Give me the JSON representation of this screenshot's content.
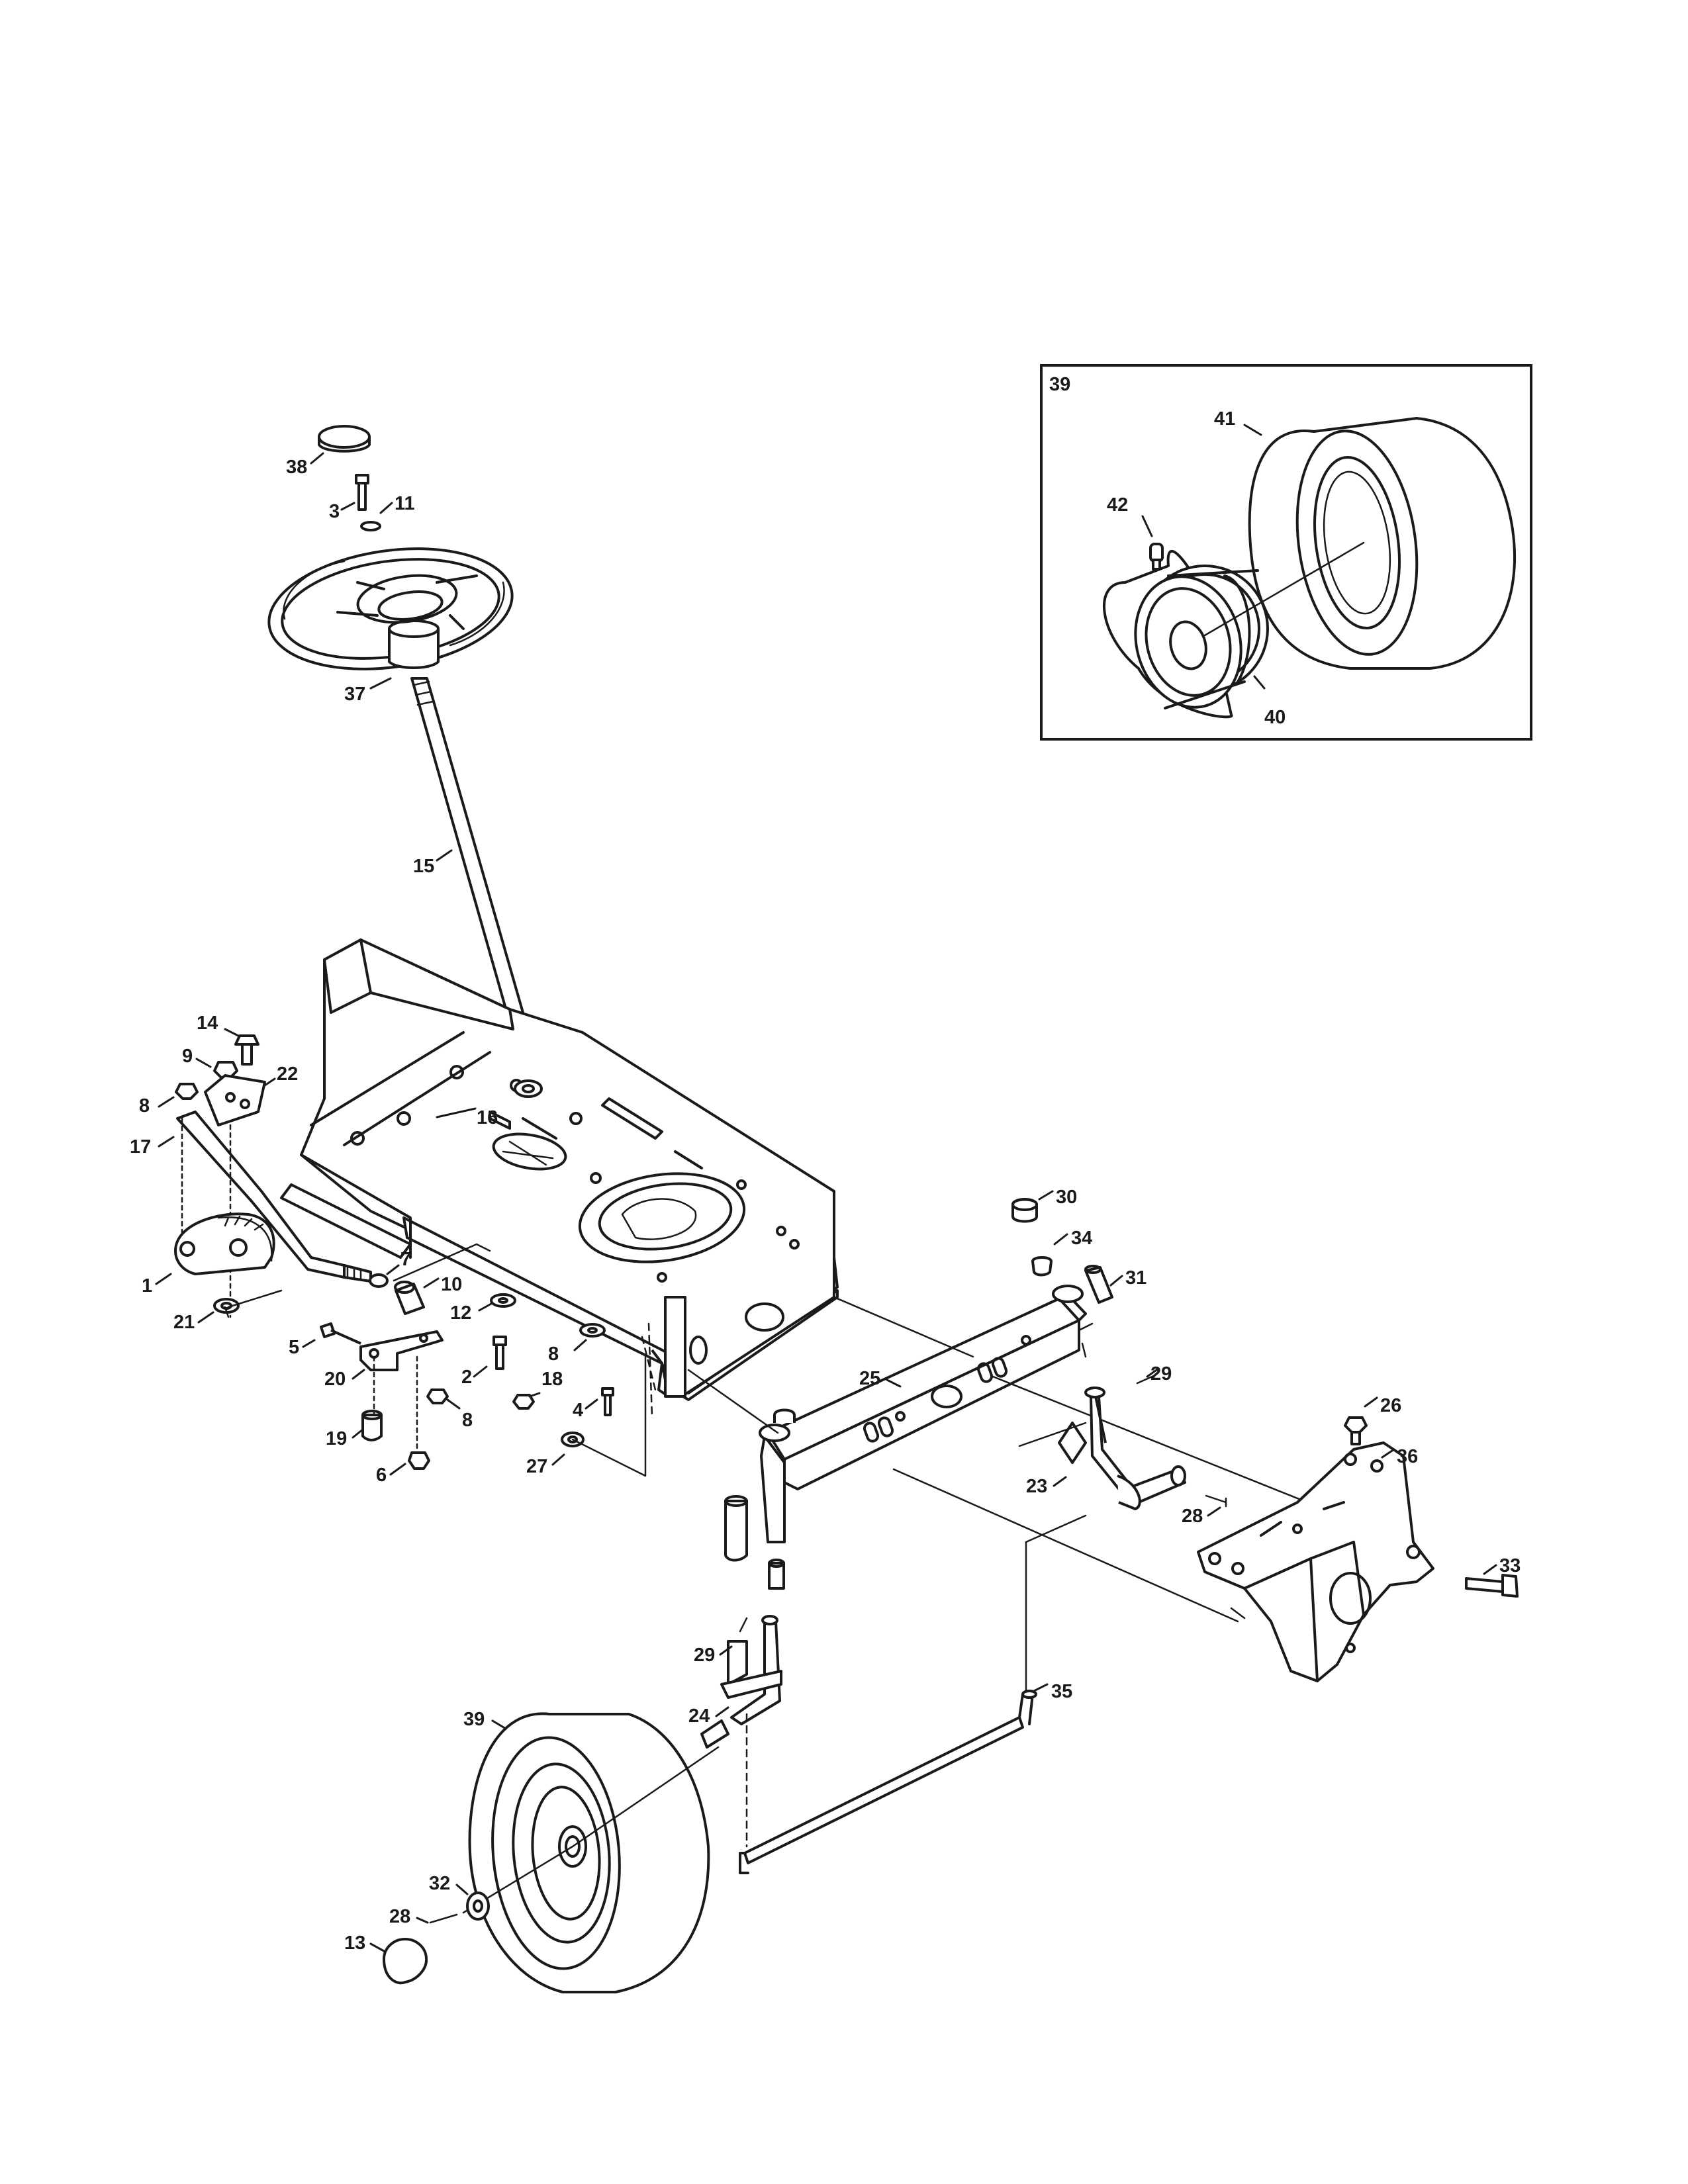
{
  "diagram": {
    "inset": {
      "label": "39"
    },
    "callouts": [
      {
        "id": "c38",
        "label": "38"
      },
      {
        "id": "c3",
        "label": "3"
      },
      {
        "id": "c11",
        "label": "11"
      },
      {
        "id": "c37",
        "label": "37"
      },
      {
        "id": "c15",
        "label": "15"
      },
      {
        "id": "c14",
        "label": "14"
      },
      {
        "id": "c9",
        "label": "9"
      },
      {
        "id": "c22",
        "label": "22"
      },
      {
        "id": "c8a",
        "label": "8"
      },
      {
        "id": "c17",
        "label": "17"
      },
      {
        "id": "c16",
        "label": "16"
      },
      {
        "id": "c1",
        "label": "1"
      },
      {
        "id": "c21",
        "label": "21"
      },
      {
        "id": "c7",
        "label": "7"
      },
      {
        "id": "c10",
        "label": "10"
      },
      {
        "id": "c12",
        "label": "12"
      },
      {
        "id": "c5",
        "label": "5"
      },
      {
        "id": "c20",
        "label": "20"
      },
      {
        "id": "c2",
        "label": "2"
      },
      {
        "id": "c8b",
        "label": "8"
      },
      {
        "id": "c18",
        "label": "18"
      },
      {
        "id": "c8c",
        "label": "8"
      },
      {
        "id": "c4",
        "label": "4"
      },
      {
        "id": "c19",
        "label": "19"
      },
      {
        "id": "c6",
        "label": "6"
      },
      {
        "id": "c27",
        "label": "27"
      },
      {
        "id": "c30",
        "label": "30"
      },
      {
        "id": "c34",
        "label": "34"
      },
      {
        "id": "c31",
        "label": "31"
      },
      {
        "id": "c25",
        "label": "25"
      },
      {
        "id": "c29a",
        "label": "29"
      },
      {
        "id": "c26",
        "label": "26"
      },
      {
        "id": "c36",
        "label": "36"
      },
      {
        "id": "c23",
        "label": "23"
      },
      {
        "id": "c28a",
        "label": "28"
      },
      {
        "id": "c33",
        "label": "33"
      },
      {
        "id": "c29b",
        "label": "29"
      },
      {
        "id": "c24",
        "label": "24"
      },
      {
        "id": "c35",
        "label": "35"
      },
      {
        "id": "c39",
        "label": "39"
      },
      {
        "id": "c32",
        "label": "32"
      },
      {
        "id": "c28b",
        "label": "28"
      },
      {
        "id": "c13",
        "label": "13"
      },
      {
        "id": "c41",
        "label": "41"
      },
      {
        "id": "c42",
        "label": "42"
      },
      {
        "id": "c40",
        "label": "40"
      }
    ]
  }
}
